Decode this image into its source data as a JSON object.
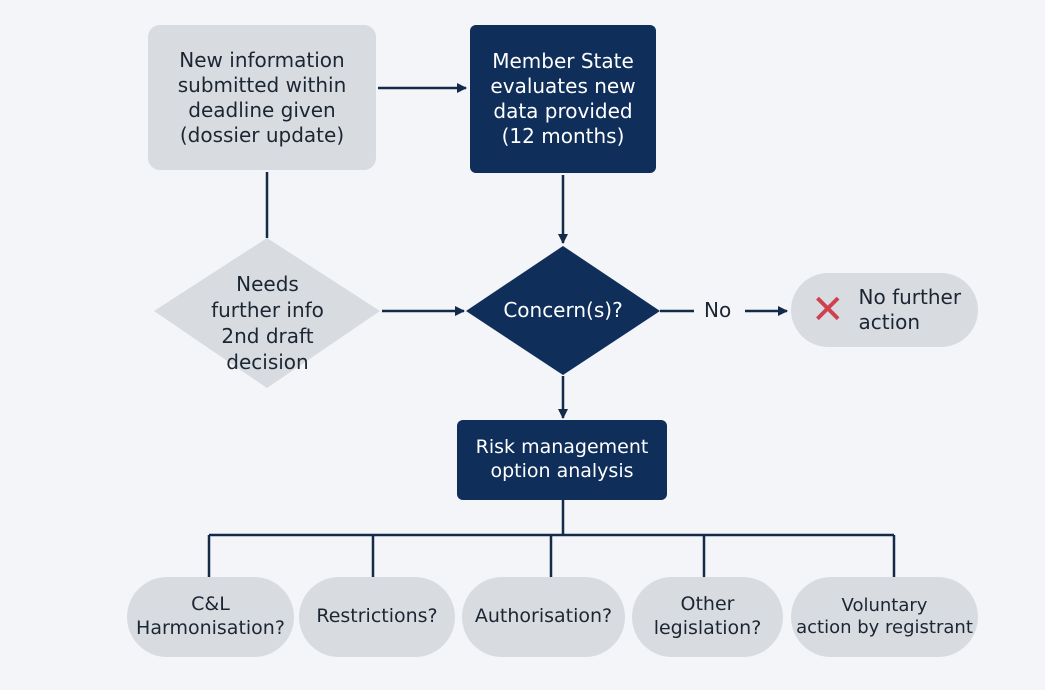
{
  "diagram": {
    "colors": {
      "background": "#f3f5f8",
      "light_node": "#d8dce1",
      "dark_node": "#0f2e5a",
      "connector": "#15294a",
      "cross_icon": "#d0404f"
    },
    "nodes": {
      "new_information": "New information\nsubmitted within\ndeadline given\n(dossier update)",
      "member_state": "Member State\nevaluates new\ndata provided\n(12 months)",
      "needs_further_info": "Needs\nfurther info\n2nd draft\ndecision",
      "concerns": "Concern(s)?",
      "no_further_action": "No further\naction",
      "risk_management": "Risk management\noption analysis"
    },
    "edge_labels": {
      "no": "No"
    },
    "icons": {
      "no_further_action": "cross-icon"
    },
    "options": [
      "C&L\nHarmonisation?",
      "Restrictions?",
      "Authorisation?",
      "Other\nlegislation?",
      "Voluntary\naction by registrant"
    ]
  }
}
